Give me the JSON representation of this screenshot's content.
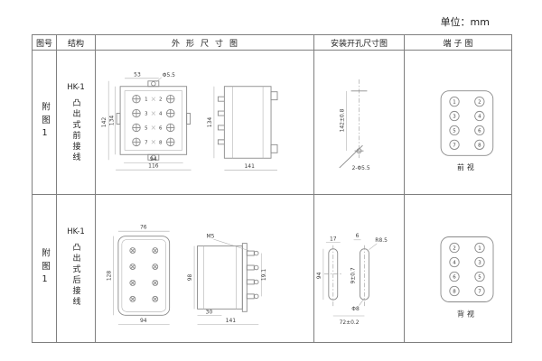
{
  "unit_label": "单位：mm",
  "headers": {
    "fig_no": "图号",
    "structure": "结构",
    "outline": "外形尺寸图",
    "mounting": "安装开孔尺寸图",
    "terminal": "端子图"
  },
  "rows": [
    {
      "fig_no": "附图1",
      "model": "HK-1",
      "structure": "凸出式前接线",
      "outline": {
        "top_width": "53",
        "hole": "Φ5.5",
        "height_outer": "142",
        "height_inner": "134",
        "bottom_inner": "94",
        "bottom_outer": "116",
        "side_height": "134",
        "side_depth": "141",
        "terminal_numbers": [
          "1",
          "2",
          "3",
          "4",
          "5",
          "6",
          "7",
          "8"
        ]
      },
      "mounting": {
        "height": "142±0.8",
        "holes": "2-Φ5.5"
      },
      "terminal": {
        "left": [
          "1",
          "3",
          "5",
          "7"
        ],
        "right": [
          "2",
          "4",
          "6",
          "8"
        ],
        "view": "前视"
      }
    },
    {
      "fig_no": "附图1",
      "model": "HK-1",
      "structure": "凸出式后接线",
      "outline": {
        "top_width": "76",
        "height": "128",
        "bottom_width": "94",
        "screw": "M5",
        "side_height": "98",
        "pitch": "19.1",
        "depth_small": "30",
        "side_depth": "141"
      },
      "mounting": {
        "slot_width": "17",
        "gap": "6",
        "radius": "R8.5",
        "slot_height": "94",
        "offset": "9±0.7",
        "hole": "Φ8",
        "centers": "72±0.2"
      },
      "terminal": {
        "left": [
          "2",
          "4",
          "6",
          "8"
        ],
        "right": [
          "1",
          "3",
          "5",
          "7"
        ],
        "view": "背视"
      }
    }
  ]
}
